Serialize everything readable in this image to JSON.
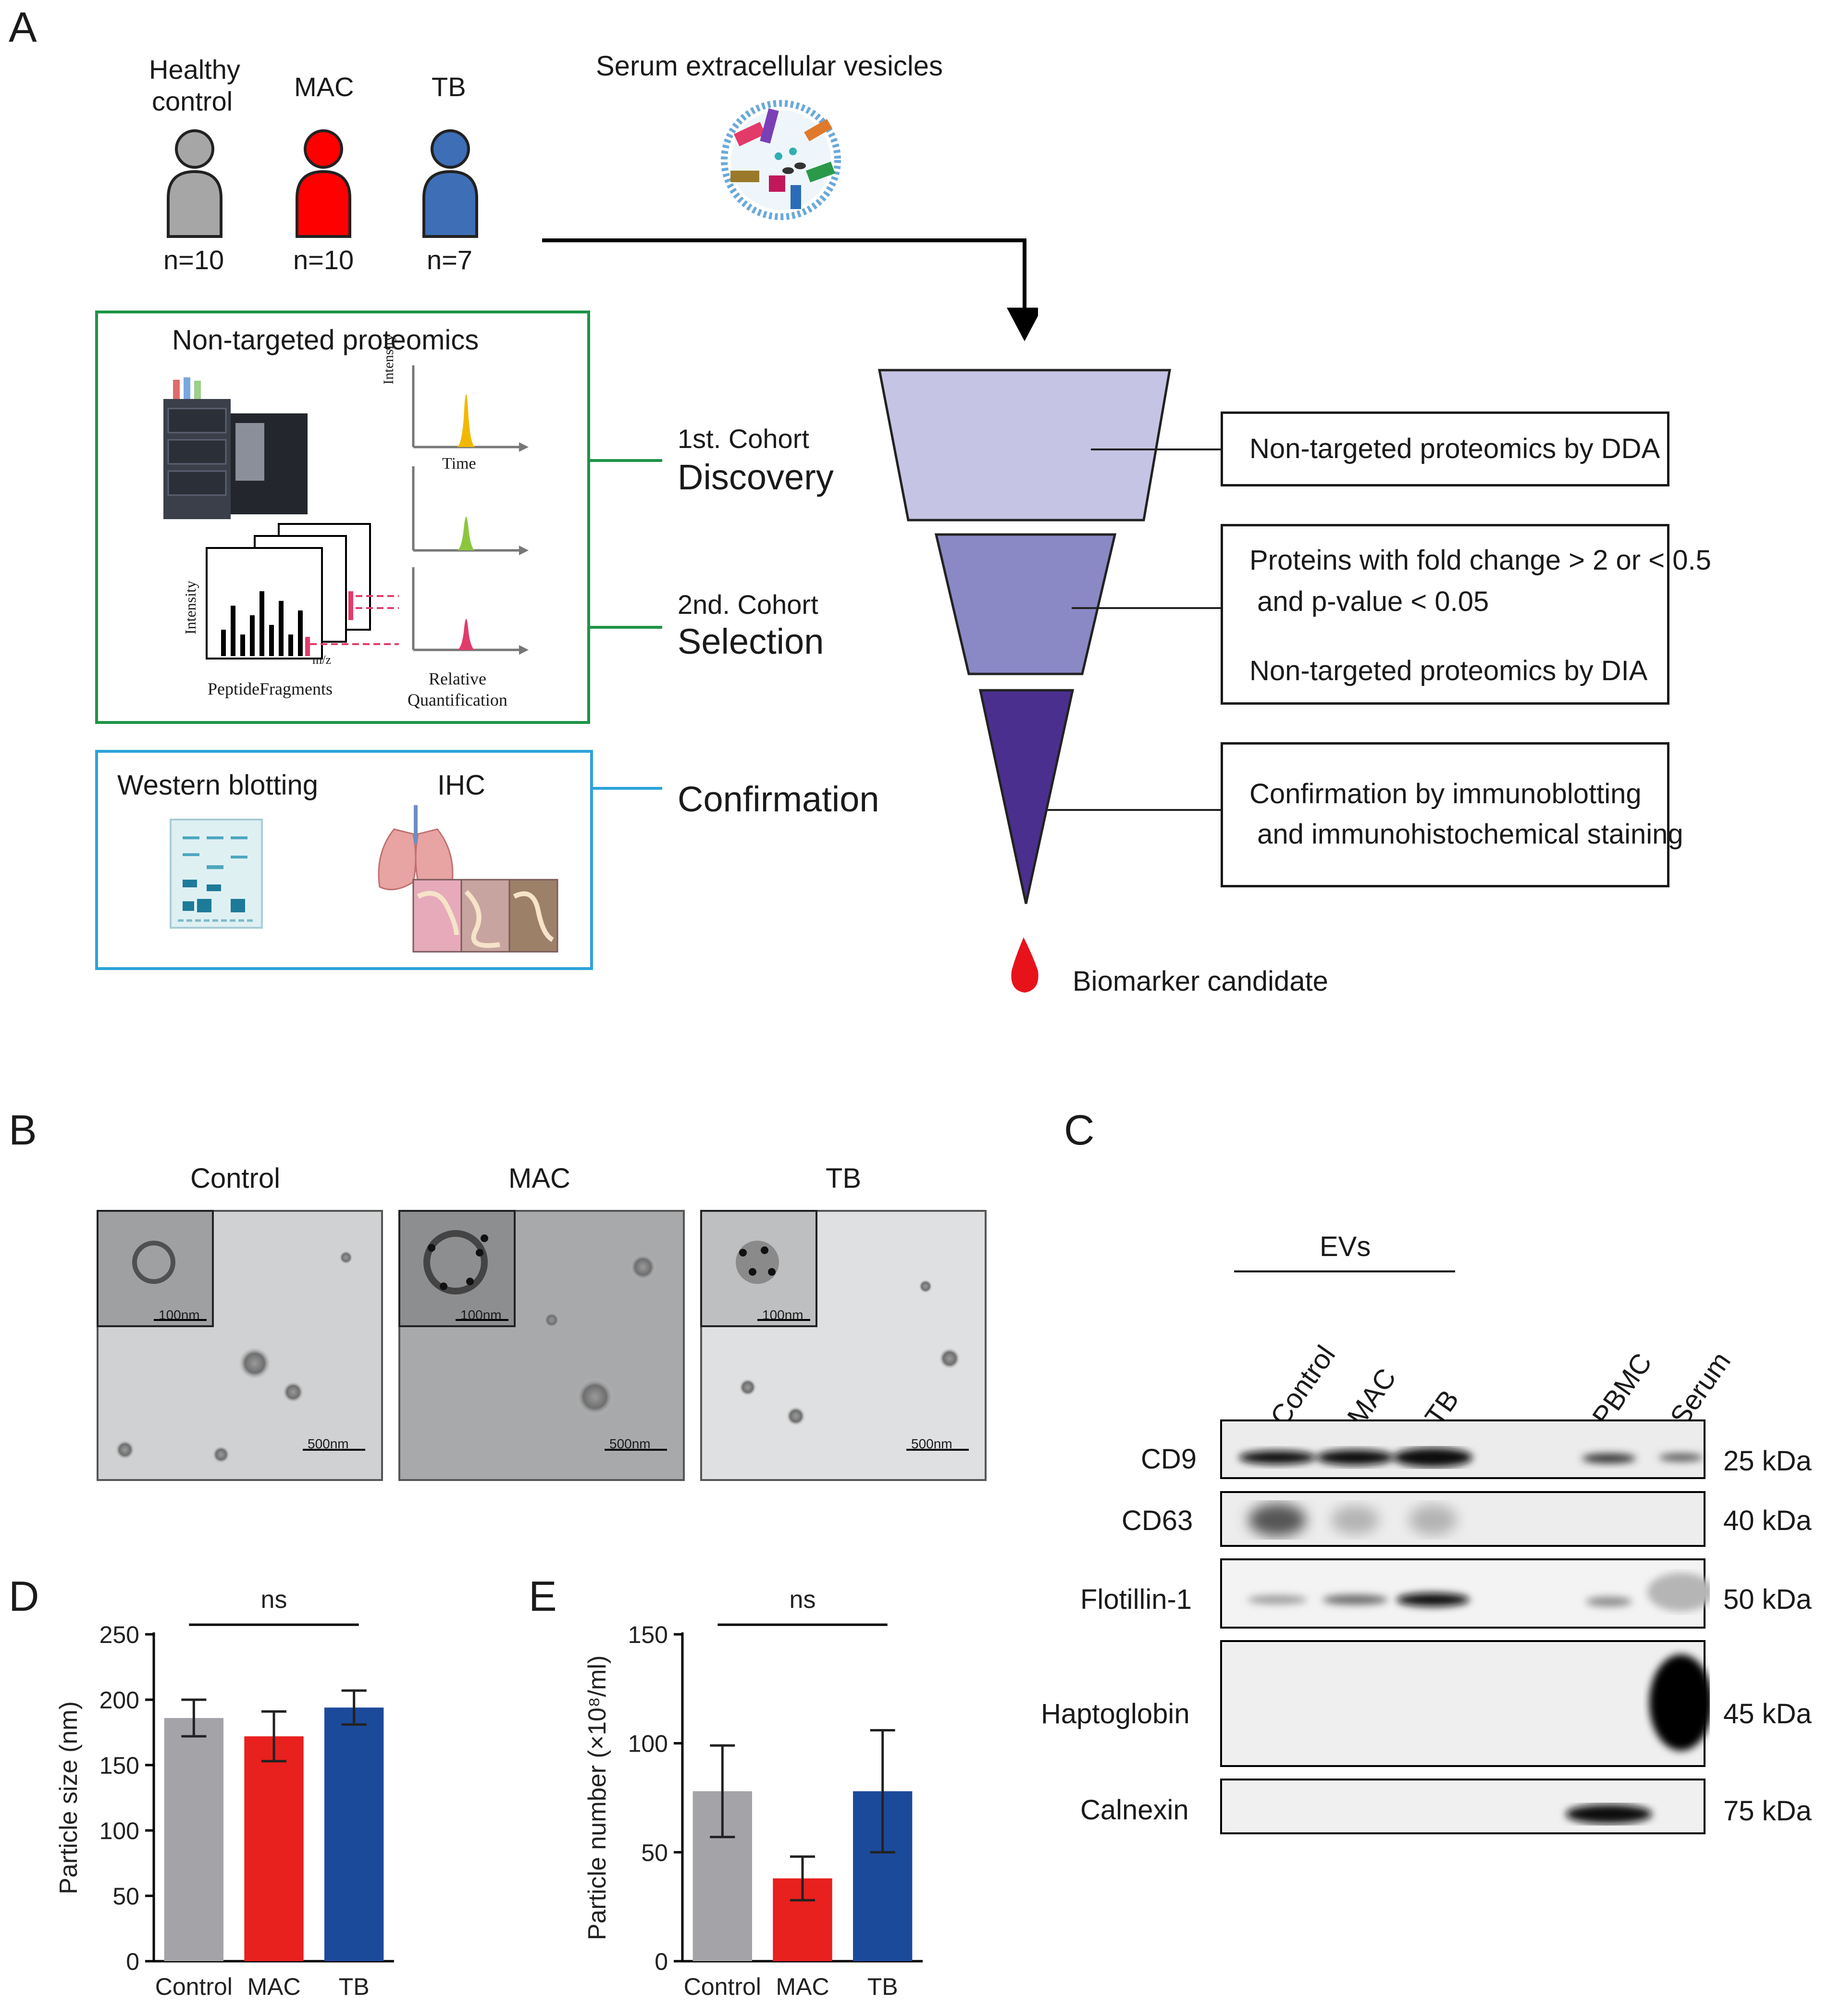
{
  "panels": {
    "a": "A",
    "b": "B",
    "c": "C",
    "d": "D",
    "e": "E"
  },
  "A": {
    "groups": [
      {
        "label": "Healthy\ncontrol",
        "n": "n=10",
        "color": "#a6a6a6"
      },
      {
        "label": "MAC",
        "n": "n=10",
        "color": "#ff0000"
      },
      {
        "label": "TB",
        "n": "n=7",
        "color": "#3e6eb6"
      }
    ],
    "serum_label": "Serum extracellular vesicles",
    "proteomics_title": "Non-targeted proteomics",
    "ms_axes": {
      "intensity": "Intensity",
      "time": "Time",
      "mz": "m/z",
      "peptide": "PeptideFragments",
      "relq": "Relative\nQuantification"
    },
    "western_label": "Western blotting",
    "ihc_label": "IHC",
    "stages": [
      {
        "prefix": "1st. Cohort",
        "name": "Discovery"
      },
      {
        "prefix": "2nd. Cohort",
        "name": "Selection"
      },
      {
        "prefix": "",
        "name": "Confirmation"
      }
    ],
    "boxes": {
      "dda": "Non-targeted proteomics by DDA",
      "sel_line1": "Proteins with fold change > 2 or < 0.5",
      "sel_line2": " and p-value < 0.05",
      "sel_line3": "Non-targeted proteomics by DIA",
      "conf_line1": "Confirmation by immunoblotting",
      "conf_line2": " and immunohistochemical staining"
    },
    "biomarker": "Biomarker candidate",
    "colors": {
      "green_box": "#1e9447",
      "blue_box": "#2ea3d8",
      "funnel1": "#c5c4e4",
      "funnel2": "#8a89c6",
      "funnel3": "#4b2f8f"
    }
  },
  "B": {
    "titles": [
      "Control",
      "MAC",
      "TB"
    ],
    "inset_scale": "100nm",
    "main_scale": "500nm"
  },
  "C": {
    "evs_label": "EVs",
    "lanes": [
      "Control",
      "MAC",
      "TB",
      "PBMC",
      "Serum"
    ],
    "blots": [
      {
        "name": "CD9",
        "kda": "25 kDa"
      },
      {
        "name": "CD63",
        "kda": "40 kDa"
      },
      {
        "name": "Flotillin-1",
        "kda": "50 kDa"
      },
      {
        "name": "Haptoglobin",
        "kda": "45 kDa"
      },
      {
        "name": "Calnexin",
        "kda": "75 kDa"
      }
    ]
  },
  "chart_data": [
    {
      "panel": "D",
      "type": "bar",
      "categories": [
        "Control",
        "MAC",
        "TB"
      ],
      "values": [
        186,
        172,
        194
      ],
      "errors": [
        14,
        19,
        13
      ],
      "colors": [
        "#a3a3a8",
        "#e8201e",
        "#1c4a9b"
      ],
      "ylabel": "Particle size (nm)",
      "ylim": [
        0,
        250
      ],
      "yticks": [
        0,
        50,
        100,
        150,
        200,
        250
      ],
      "significance": "ns"
    },
    {
      "panel": "E",
      "type": "bar",
      "categories": [
        "Control",
        "MAC",
        "TB"
      ],
      "values": [
        78,
        38,
        78
      ],
      "errors": [
        21,
        10,
        28
      ],
      "colors": [
        "#a3a3a8",
        "#e8201e",
        "#1c4a9b"
      ],
      "ylabel": "Particle number (×10⁸/ml)",
      "ylim": [
        0,
        150
      ],
      "yticks": [
        0,
        50,
        100,
        150
      ],
      "significance": "ns"
    }
  ]
}
